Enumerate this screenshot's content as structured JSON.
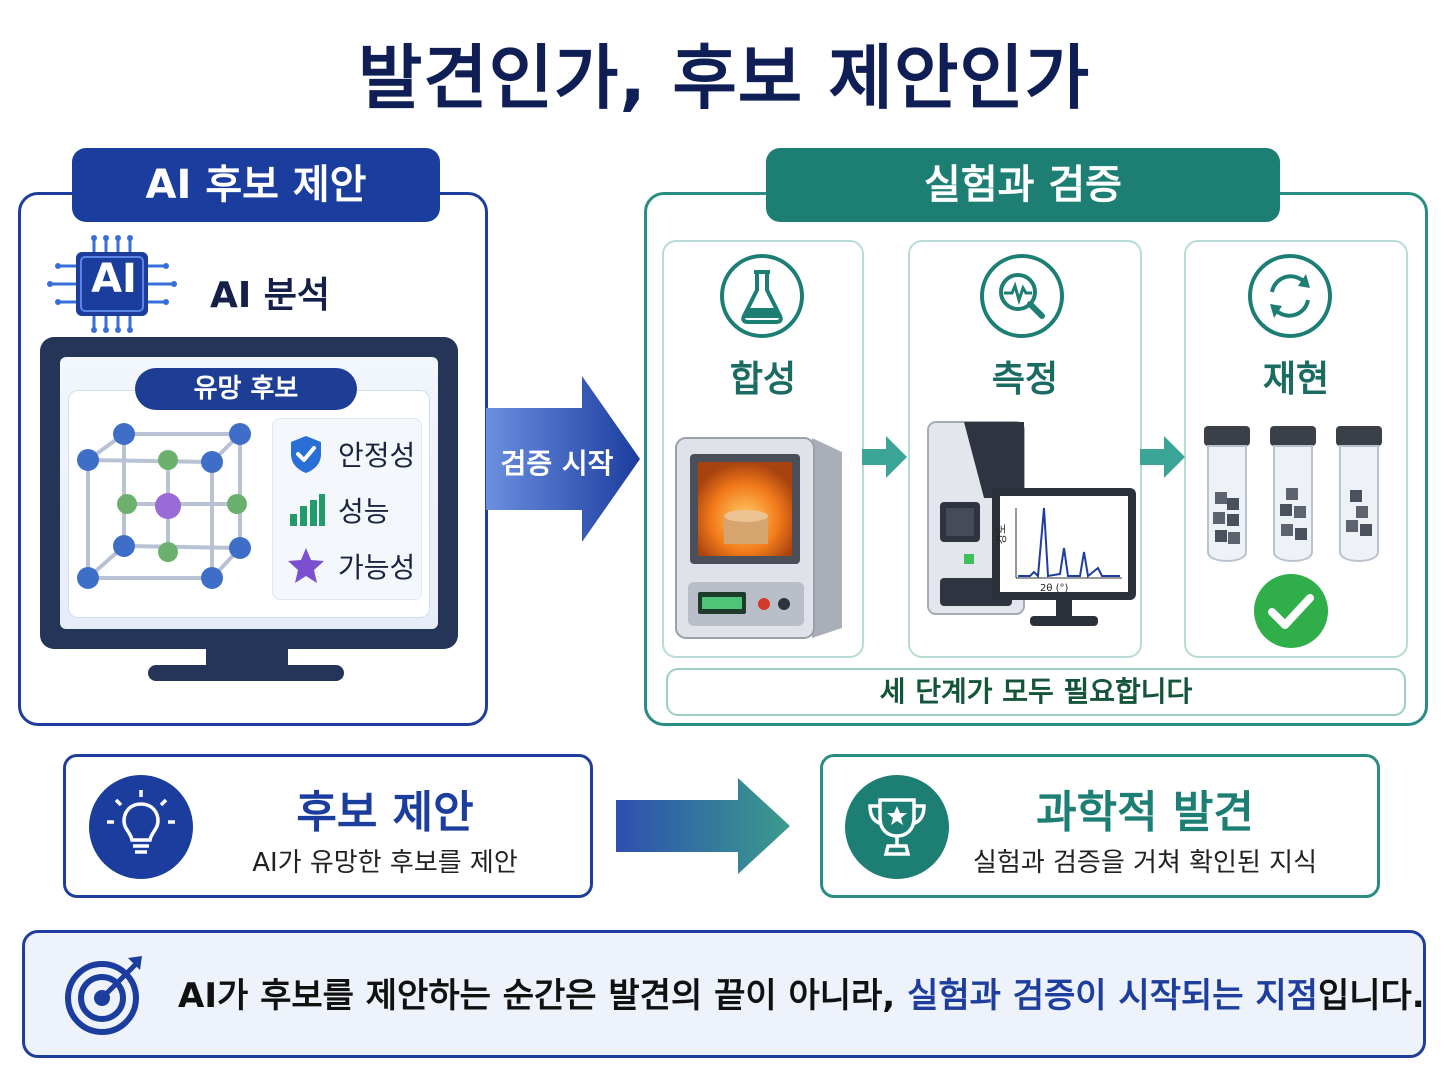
{
  "title": "발견인가, 후보 제안인가",
  "left_panel": {
    "header": "AI 후보 제안",
    "chip_text": "AI",
    "analysis_label": "AI 분석",
    "candidates_label": "유망 후보",
    "attributes": [
      {
        "label": "안정성",
        "icon": "shield-check-icon",
        "color": "#2a6fd6"
      },
      {
        "label": "성능",
        "icon": "bar-chart-icon",
        "color": "#1f9c6a"
      },
      {
        "label": "가능성",
        "icon": "star-icon",
        "color": "#7b4fd0"
      }
    ]
  },
  "arrow": {
    "label": "검증 시작"
  },
  "right_panel": {
    "header": "실험과 검증",
    "steps": [
      {
        "label": "합성",
        "icon": "flask-icon"
      },
      {
        "label": "측정",
        "icon": "magnifier-pulse-icon"
      },
      {
        "label": "재현",
        "icon": "refresh-icon"
      }
    ],
    "chart_axis": {
      "y": "강도",
      "x": "2θ (°)"
    },
    "banner": "세 단계가 모두 필요합니다"
  },
  "bottom": {
    "left": {
      "title": "후보 제안",
      "subtitle": "AI가 유망한 후보를 제안",
      "icon": "lightbulb-icon"
    },
    "right": {
      "title": "과학적 발견",
      "subtitle": "실험과 검증을 거쳐 확인된 지식",
      "icon": "trophy-icon"
    }
  },
  "footer": {
    "text_before": "AI가 후보를 제안하는 순간은 발견의 끝이 아니라, ",
    "highlight": "실험과 검증이 시작되는 지점",
    "text_after": "입니다.",
    "icon": "target-icon"
  },
  "colors": {
    "navy": "#1b3d9e",
    "teal": "#1d7f74",
    "check_green": "#2fae4a"
  }
}
